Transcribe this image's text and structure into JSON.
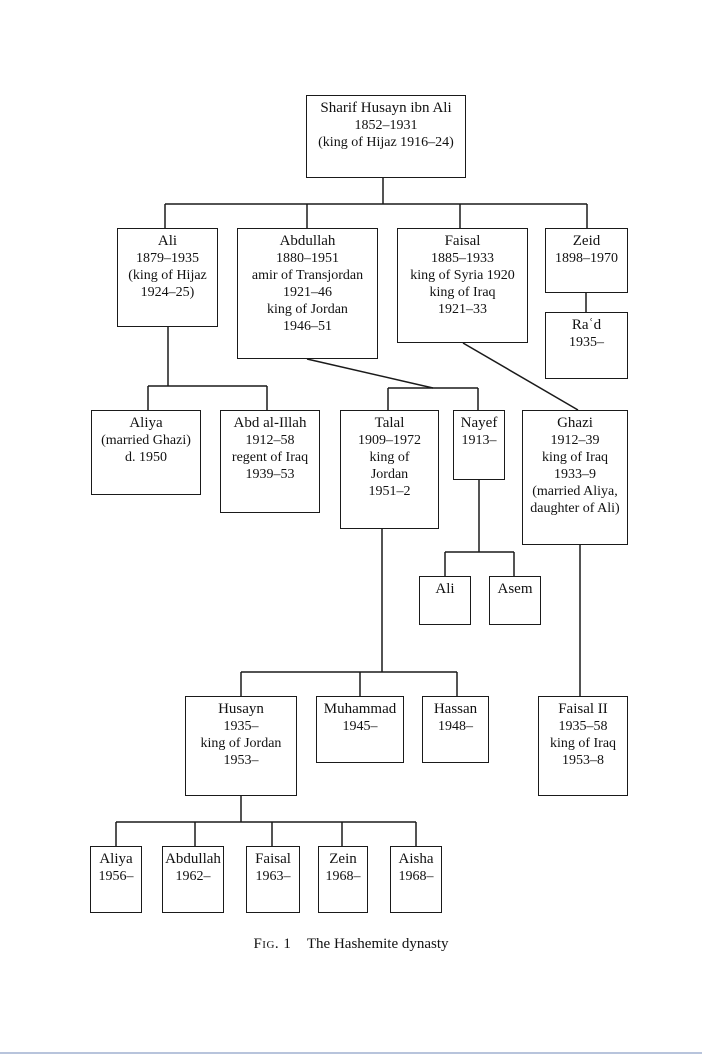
{
  "nodes": [
    {
      "id": "sharif-husayn",
      "lines": [
        "Sharif Husayn ibn Ali",
        "1852–1931",
        "(king of Hijaz 1916–24)"
      ]
    },
    {
      "id": "ali",
      "lines": [
        "Ali",
        "1879–1935",
        "(king of Hijaz",
        "1924–25)"
      ]
    },
    {
      "id": "abdullah",
      "lines": [
        "Abdullah",
        "1880–1951",
        "amir of Transjordan",
        "1921–46",
        "king of Jordan",
        "1946–51"
      ]
    },
    {
      "id": "faisal",
      "lines": [
        "Faisal",
        "1885–1933",
        "king of Syria 1920",
        "king of Iraq",
        "1921–33"
      ]
    },
    {
      "id": "zeid",
      "lines": [
        "Zeid",
        "1898–1970"
      ]
    },
    {
      "id": "rad",
      "lines": [
        "Raʿd",
        "1935–"
      ]
    },
    {
      "id": "aliya-ghazi",
      "lines": [
        "Aliya",
        "(married Ghazi)",
        "d. 1950"
      ]
    },
    {
      "id": "abd-al-illah",
      "lines": [
        "Abd al-Illah",
        "1912–58",
        "regent of Iraq",
        "1939–53"
      ]
    },
    {
      "id": "talal",
      "lines": [
        "Talal",
        "1909–1972",
        "king of",
        "Jordan",
        "1951–2"
      ]
    },
    {
      "id": "nayef",
      "lines": [
        "Nayef",
        "1913–"
      ]
    },
    {
      "id": "ghazi",
      "lines": [
        "Ghazi",
        "1912–39",
        "king of Iraq",
        "1933–9",
        "(married Aliya,",
        "daughter of Ali)"
      ]
    },
    {
      "id": "ali-nayef",
      "lines": [
        "Ali"
      ]
    },
    {
      "id": "asem",
      "lines": [
        "Asem"
      ]
    },
    {
      "id": "husayn",
      "lines": [
        "Husayn",
        "1935–",
        "king of Jordan",
        "1953–"
      ]
    },
    {
      "id": "muhammad",
      "lines": [
        "Muhammad",
        "1945–"
      ]
    },
    {
      "id": "hassan",
      "lines": [
        "Hassan",
        "1948–"
      ]
    },
    {
      "id": "faisal-ii",
      "lines": [
        "Faisal II",
        "1935–58",
        "king of Iraq",
        "1953–8"
      ]
    },
    {
      "id": "aliya-husayn",
      "lines": [
        "Aliya",
        "1956–"
      ]
    },
    {
      "id": "abdullah-husayn",
      "lines": [
        "Abdullah",
        "1962–"
      ]
    },
    {
      "id": "faisal-husayn",
      "lines": [
        "Faisal",
        "1963–"
      ]
    },
    {
      "id": "zein",
      "lines": [
        "Zein",
        "1968–"
      ]
    },
    {
      "id": "aisha",
      "lines": [
        "Aisha",
        "1968–"
      ]
    }
  ],
  "caption": {
    "fig_label": "Fig. 1",
    "title": "The Hashemite dynasty"
  }
}
